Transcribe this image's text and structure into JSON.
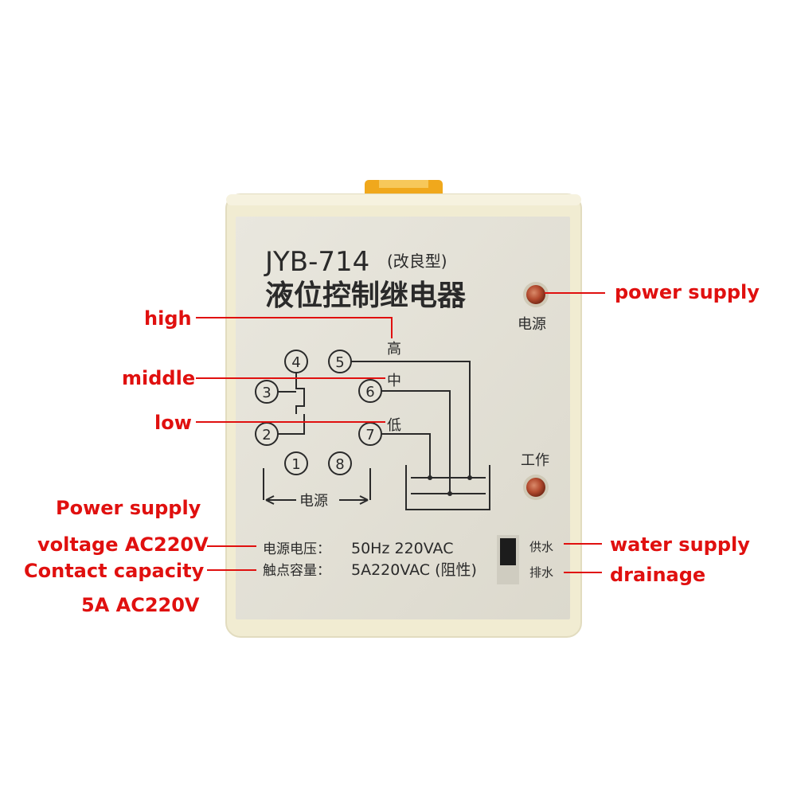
{
  "device": {
    "model": "JYB-714",
    "model_note": "(改良型)",
    "name": "液位控制继电器",
    "power_led_label": "电源",
    "work_led_label": "工作",
    "diagram": {
      "level_high": "高",
      "level_middle": "中",
      "level_low": "低",
      "power_bracket_label": "电源",
      "pins": [
        "1",
        "2",
        "3",
        "4",
        "5",
        "6",
        "7",
        "8"
      ]
    },
    "spec_voltage_label": "电源电压：",
    "spec_voltage_value": "50Hz  220VAC",
    "spec_contact_label": "触点容量：",
    "spec_contact_value": "5A220VAC  (阻性)",
    "switch_upper_label": "供水",
    "switch_lower_label": "排水",
    "colors": {
      "housing": "#f1ecd2",
      "faceplate": "#e3e1d7",
      "clip": "#f0a81c",
      "led": "#b24a2e"
    }
  },
  "annotations": {
    "high": "high",
    "middle": "middle",
    "low": "low",
    "power_supply_top": "power supply",
    "power_supply_left": "Power supply",
    "voltage": "voltage AC220V",
    "contact_capacity": "Contact capacity",
    "contact_value": "5A AC220V",
    "water_supply": "water supply",
    "drainage": "drainage",
    "color": "#e0100f"
  }
}
